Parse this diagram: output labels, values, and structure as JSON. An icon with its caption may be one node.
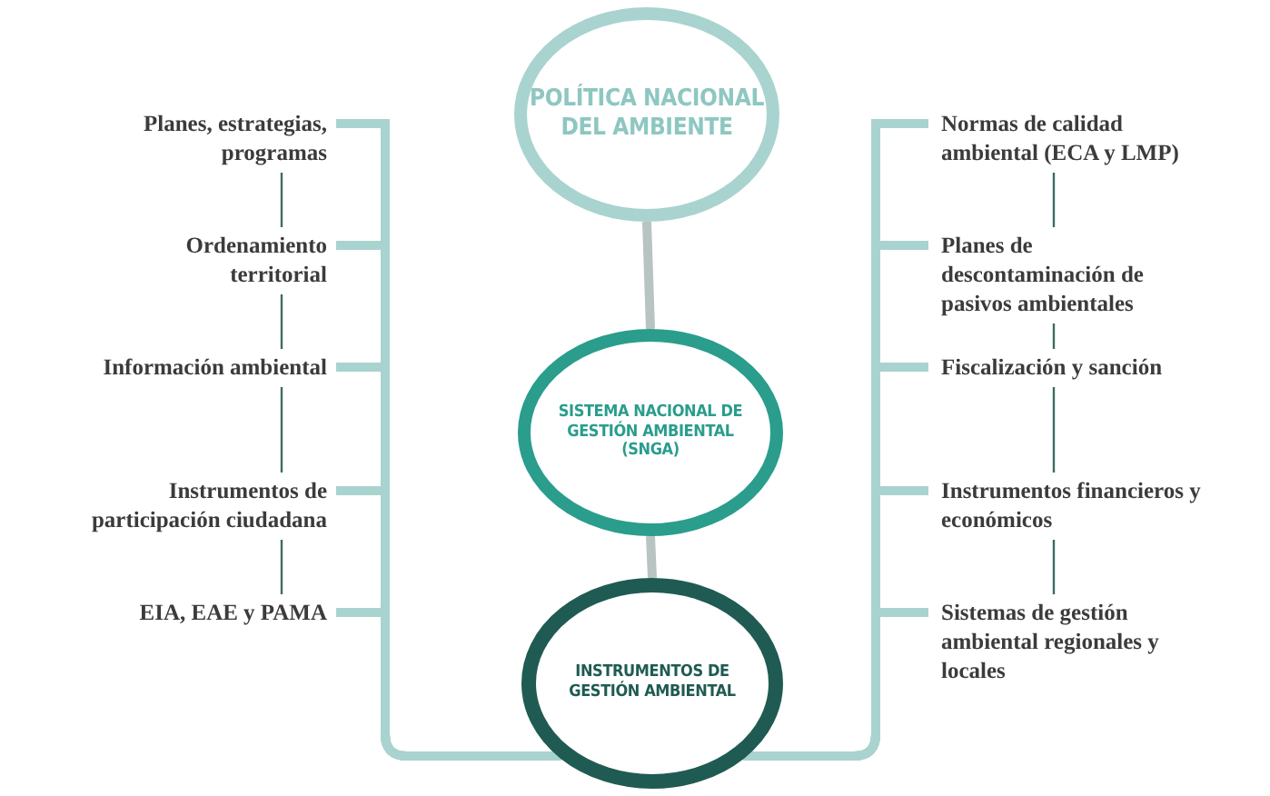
{
  "diagram": {
    "nodes": [
      {
        "text": [
          "POLÍTICA NACIONAL DEL AMBIENTE"
        ]
      },
      {
        "text": [
          "SISTEMA NACIONAL DE GESTIÓN AMBIENTAL (SNGA)"
        ]
      },
      {
        "text": [
          "INSTRUMENTOS DE GESTIÓN AMBIENTAL"
        ]
      },
      {
        "text": [
          "Planes, estrategias, programas"
        ]
      },
      {
        "text": [
          "Ordenamiento territorial"
        ]
      },
      {
        "text": [
          "Información ambiental"
        ]
      },
      {
        "text": [
          "Instrumentos de participación ciudadana"
        ]
      },
      {
        "text": [
          "EIA, EAE y PAMA"
        ]
      },
      {
        "text": [
          "Normas de calidad ambiental (ECA y LMP)"
        ]
      },
      {
        "text": [
          "Planes de descontaminación de pasivos ambientales"
        ]
      },
      {
        "text": [
          "Fiscalización y sanción"
        ]
      },
      {
        "text": [
          "Instrumentos financieros y económicos"
        ]
      },
      {
        "text": [
          "Sistemas de gestión ambiental regionales y locales"
        ]
      }
    ],
    "edges": [
      {
        "from": 0,
        "to": 1,
        "arrow": "none",
        "color": "#b7c4c2"
      },
      {
        "from": 1,
        "to": 2,
        "arrow": "none",
        "color": "#b7c4c2"
      },
      {
        "from": 2,
        "to": 3,
        "arrow": "none"
      },
      {
        "from": 2,
        "to": 4,
        "arrow": "none"
      },
      {
        "from": 2,
        "to": 5,
        "arrow": "none"
      },
      {
        "from": 2,
        "to": 6,
        "arrow": "none"
      },
      {
        "from": 2,
        "to": 7,
        "arrow": "none"
      },
      {
        "from": 2,
        "to": 8,
        "arrow": "none"
      },
      {
        "from": 2,
        "to": 9,
        "arrow": "none"
      },
      {
        "from": 2,
        "to": 10,
        "arrow": "none"
      },
      {
        "from": 2,
        "to": 11,
        "arrow": "none"
      },
      {
        "from": 2,
        "to": 12,
        "arrow": "none"
      },
      {
        "from": 3,
        "to": 4,
        "arrow": "none",
        "color": "#3d6b62"
      },
      {
        "from": 4,
        "to": 5,
        "arrow": "none",
        "color": "#3d6b62"
      },
      {
        "from": 5,
        "to": 6,
        "arrow": "none",
        "color": "#3d6b62"
      },
      {
        "from": 6,
        "to": 7,
        "arrow": "none",
        "color": "#3d6b62"
      },
      {
        "from": 8,
        "to": 9,
        "arrow": "none",
        "color": "#3d6b62"
      },
      {
        "from": 9,
        "to": 10,
        "arrow": "none",
        "color": "#3d6b62"
      },
      {
        "from": 10,
        "to": 11,
        "arrow": "none",
        "color": "#3d6b62"
      },
      {
        "from": 11,
        "to": 12,
        "arrow": "none",
        "color": "#3d6b62"
      }
    ]
  }
}
